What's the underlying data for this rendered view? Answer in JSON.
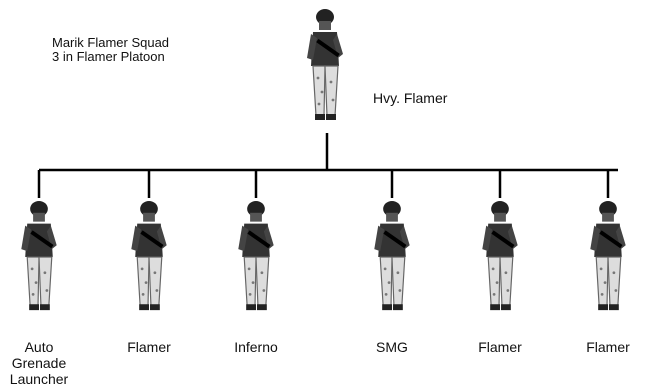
{
  "caption": {
    "line1": "Marik Flamer Squad",
    "line2": "3 in Flamer Platoon"
  },
  "leader": {
    "label": "Hvy. Flamer"
  },
  "members": [
    {
      "label_lines": [
        "Auto",
        "Grenade",
        "Launcher"
      ]
    },
    {
      "label_lines": [
        "Flamer"
      ]
    },
    {
      "label_lines": [
        "Inferno"
      ]
    },
    {
      "label_lines": [
        "SMG"
      ]
    },
    {
      "label_lines": [
        "Flamer"
      ]
    },
    {
      "label_lines": [
        "Flamer"
      ]
    }
  ]
}
